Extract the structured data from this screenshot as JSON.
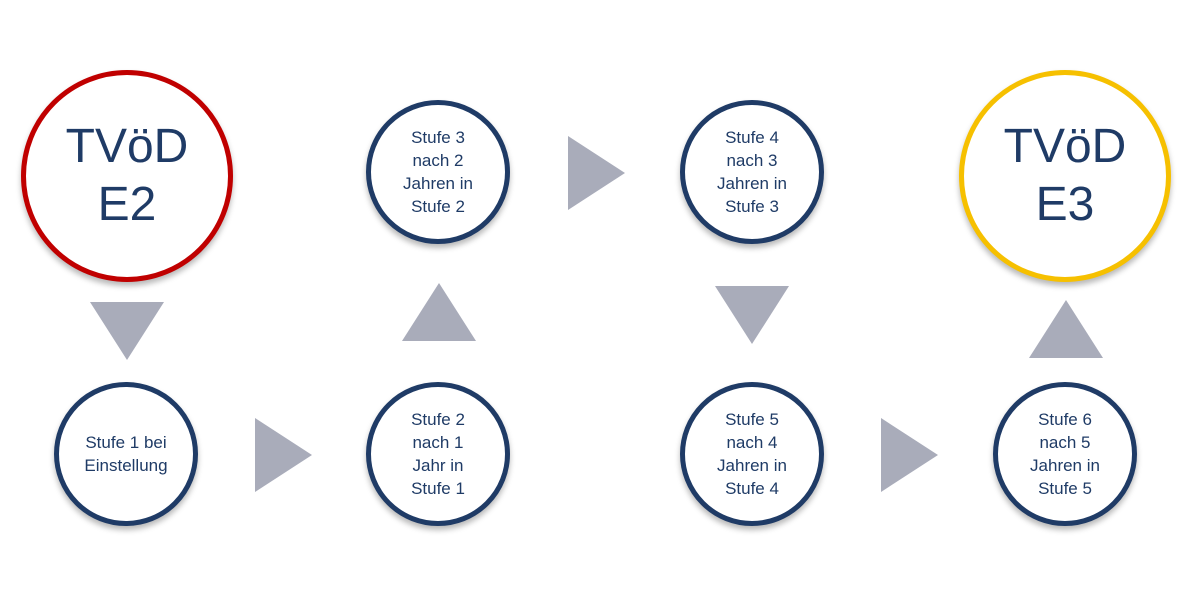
{
  "diagram": {
    "start_grade": {
      "label": "TVöD\nE2",
      "color": "#c00000"
    },
    "end_grade": {
      "label": "TVöD\nE3",
      "color": "#f6c000"
    },
    "steps": [
      {
        "label": "Stufe 1 bei\nEinstellung"
      },
      {
        "label": "Stufe 2\nnach 1\nJahr in\nStufe 1"
      },
      {
        "label": "Stufe 3\nnach 2\nJahren in\nStufe 2"
      },
      {
        "label": "Stufe 4\nnach 3\nJahren in\nStufe 3"
      },
      {
        "label": "Stufe 5\nnach 4\nJahren in\nStufe 4"
      },
      {
        "label": "Stufe 6\nnach 5\nJahren in\nStufe 5"
      }
    ],
    "colors": {
      "step_border": "#1f3b66",
      "text": "#1f3b66",
      "arrow": "#a9acba"
    },
    "arrows": [
      {
        "direction": "down",
        "from": "start_grade",
        "to": "step-1"
      },
      {
        "direction": "right",
        "from": "step-1",
        "to": "step-2"
      },
      {
        "direction": "up",
        "from": "step-2",
        "to": "step-3"
      },
      {
        "direction": "right",
        "from": "step-3",
        "to": "step-4"
      },
      {
        "direction": "down",
        "from": "step-4",
        "to": "step-5"
      },
      {
        "direction": "right",
        "from": "step-5",
        "to": "step-6"
      },
      {
        "direction": "up",
        "from": "step-6",
        "to": "end_grade"
      }
    ]
  }
}
